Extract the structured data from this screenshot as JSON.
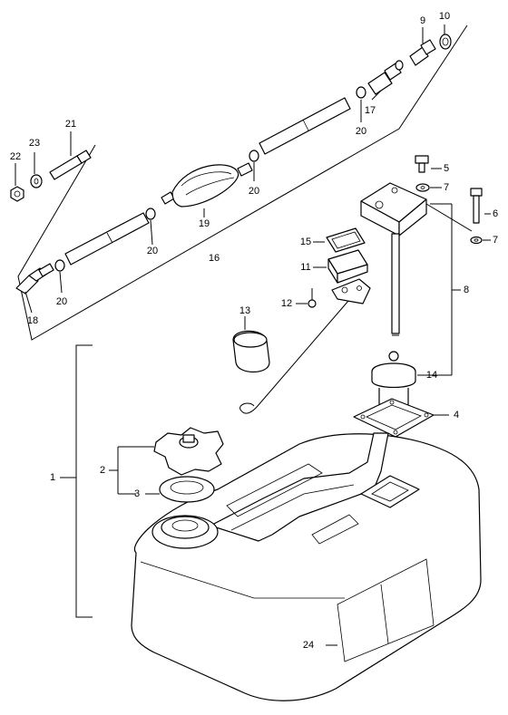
{
  "callouts": {
    "c1": "1",
    "c2": "2",
    "c3": "3",
    "c4": "4",
    "c5": "5",
    "c6": "6",
    "c7a": "7",
    "c7b": "7",
    "c8": "8",
    "c9": "9",
    "c10": "10",
    "c11": "11",
    "c12": "12",
    "c13": "13",
    "c14": "14",
    "c15": "15",
    "c16": "16",
    "c17": "17",
    "c18": "18",
    "c19": "19",
    "c20a": "20",
    "c20b": "20",
    "c20c": "20",
    "c20d": "20",
    "c21": "21",
    "c22": "22",
    "c23": "23",
    "c24": "24"
  }
}
